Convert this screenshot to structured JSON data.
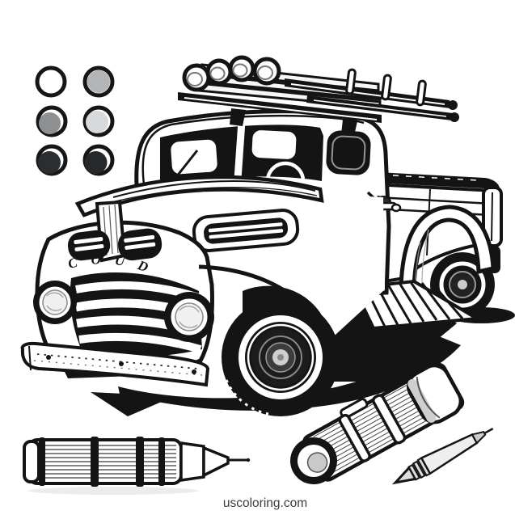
{
  "page": {
    "watermark": "uscoloring.com",
    "paper_color": "#ffffff",
    "ink_color": "#141414"
  },
  "palette": {
    "swatches": [
      {
        "name": "white",
        "color": "#ffffff"
      },
      {
        "name": "light-gray",
        "color": "#b2b4b6"
      },
      {
        "name": "medium-gray",
        "color": "#8d8f91"
      },
      {
        "name": "pale-gray",
        "color": "#d8d9da"
      },
      {
        "name": "charcoal",
        "color": "#2b2e31"
      },
      {
        "name": "black",
        "color": "#26282b"
      }
    ]
  },
  "truck": {
    "badge_text": "C O U D"
  }
}
